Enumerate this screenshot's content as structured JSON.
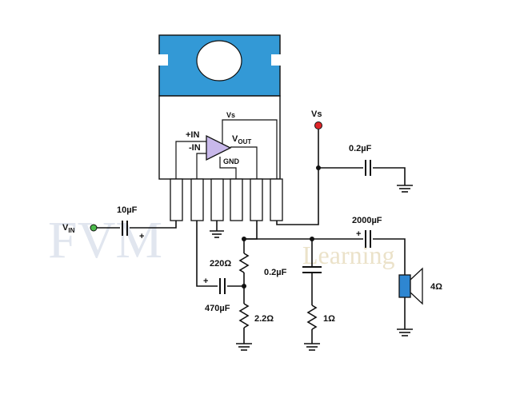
{
  "watermark": {
    "main": "FVM",
    "sub": "Learning"
  },
  "ic": {
    "supply_label": "Vs",
    "in_plus": "+IN",
    "in_minus": "-IN",
    "vout_main": "V",
    "vout_sub": "OUT",
    "gnd": "GND"
  },
  "input": {
    "label_main": "V",
    "label_sub": "IN"
  },
  "supply": {
    "label": "Vs"
  },
  "components": {
    "c_in": "10µF",
    "c_supply": "0.2µF",
    "c_out": "2000µF",
    "r_feedback": "220Ω",
    "c_fb": "470µF",
    "r_fb_gnd": "2.2Ω",
    "c_zobel": "0.2µF",
    "r_zobel": "1Ω",
    "speaker": "4Ω"
  },
  "polarity": {
    "plus": "+"
  },
  "colors": {
    "package_blue": "#3399d6",
    "amp_triangle": "#c8b8ea",
    "input_node": "#4cbb4c",
    "supply_node": "#e0262a",
    "speaker_blue": "#2e86d1"
  }
}
